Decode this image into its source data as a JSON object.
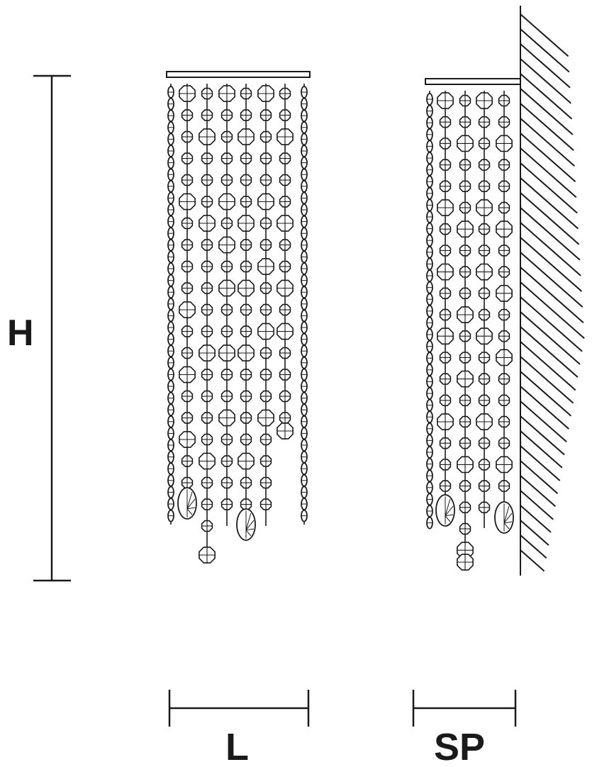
{
  "labels": {
    "height": "H",
    "length": "L",
    "depth": "SP"
  },
  "colors": {
    "ink": "#1a1a1a",
    "background": "#ffffff"
  }
}
